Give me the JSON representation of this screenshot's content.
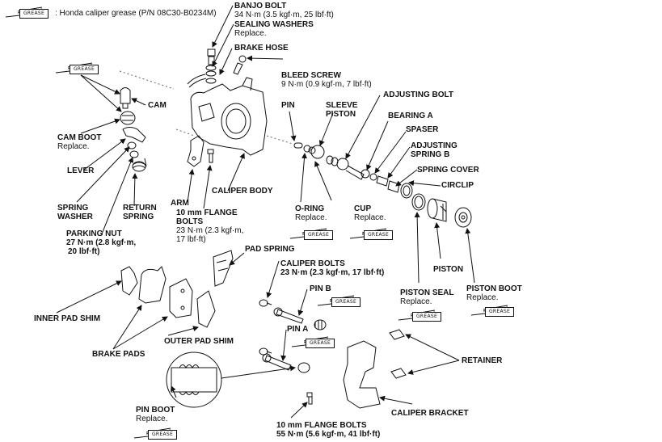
{
  "legend": {
    "grease_tag": "GREASE",
    "text": ": Honda caliper grease (P/N 08C30-B0234M)"
  },
  "labels": {
    "banjo_bolt": {
      "name": "BANJO BOLT",
      "spec": "34 N·m (3.5 kgf·m, 25 lbf·ft)"
    },
    "sealing_washers": {
      "name": "SEALING WASHERS",
      "note": "Replace."
    },
    "brake_hose": {
      "name": "BRAKE HOSE"
    },
    "bleed_screw": {
      "name": "BLEED SCREW",
      "spec": "9 N·m (0.9 kgf·m, 7 lbf·ft)"
    },
    "cam": {
      "name": "CAM"
    },
    "cam_boot": {
      "name": "CAM BOOT",
      "note": "Replace."
    },
    "lever": {
      "name": "LEVER"
    },
    "spring_washer": {
      "name1": "SPRING",
      "name2": "WASHER"
    },
    "return_spring": {
      "name1": "RETURN",
      "name2": "SPRING"
    },
    "parking_nut": {
      "name": "PARKING NUT",
      "spec1": "27 N·m (2.8 kgf·m,",
      "spec2": "20 lbf·ft)"
    },
    "pin": {
      "name": "PIN"
    },
    "sleeve_piston": {
      "name1": "SLEEVE",
      "name2": "PISTON"
    },
    "adjusting_bolt": {
      "name": "ADJUSTING BOLT"
    },
    "bearing_a": {
      "name": "BEARING A"
    },
    "spaser": {
      "name": "SPASER"
    },
    "adjusting_spring_b": {
      "name1": "ADJUSTING",
      "name2": "SPRING B"
    },
    "spring_cover": {
      "name": "SPRING COVER"
    },
    "circlip": {
      "name": "CIRCLIP"
    },
    "arm": {
      "name": "ARM"
    },
    "caliper_body": {
      "name": "CALIPER BODY"
    },
    "flange_bolts_10mm_upper": {
      "name1": "10 mm FLANGE",
      "name2": "BOLTS",
      "spec1": "23 N·m (2.3 kgf·m,",
      "spec2": "17 lbf·ft)"
    },
    "o_ring": {
      "name": "O-RING",
      "note": "Replace."
    },
    "cup": {
      "name": "CUP",
      "note": "Replace."
    },
    "piston": {
      "name": "PISTON"
    },
    "piston_seal": {
      "name": "PISTON SEAL",
      "note": "Replace."
    },
    "piston_boot": {
      "name": "PISTON BOOT",
      "note": "Replace."
    },
    "pad_spring": {
      "name": "PAD SPRING"
    },
    "caliper_bolts": {
      "name": "CALIPER BOLTS",
      "spec": "23 N·m (2.3 kgf·m, 17 lbf·ft)"
    },
    "pin_b": {
      "name": "PIN B"
    },
    "pin_a": {
      "name": "PIN A"
    },
    "inner_pad_shim": {
      "name": "INNER PAD SHIM"
    },
    "brake_pads": {
      "name": "BRAKE PADS"
    },
    "outer_pad_shim": {
      "name": "OUTER PAD SHIM"
    },
    "pin_boot": {
      "name": "PIN BOOT",
      "note": "Replace."
    },
    "flange_bolts_10mm_lower": {
      "name": "10 mm FLANGE BOLTS",
      "spec": "55 N·m (5.6 kgf·m, 41 lbf·ft)"
    },
    "retainer": {
      "name": "RETAINER"
    },
    "caliper_bracket": {
      "name": "CALIPER BRACKET"
    }
  }
}
